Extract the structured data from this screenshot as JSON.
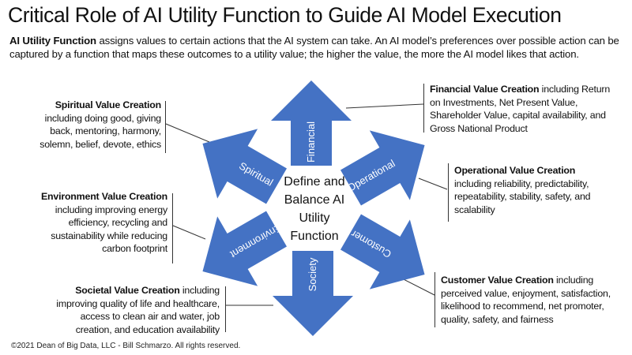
{
  "title": "Critical Role of AI Utility Function to Guide AI Model Execution",
  "intro": {
    "bold": "AI Utility Function",
    "text": " assigns values to certain actions that the AI system can take.  An AI model’s preferences over possible action can be captured by a function that maps these outcomes to a utility value; the higher the value, the more the AI model likes that action."
  },
  "center": {
    "line1": "Define and",
    "line2": "Balance AI",
    "line3": "Utility",
    "line4": "Function"
  },
  "arrows": {
    "financial": "Financial",
    "operational": "Operational",
    "customer": "Customer",
    "society": "Society",
    "environment": "Environment",
    "spiritual": "Spiritual"
  },
  "arrow_color": "#4472C4",
  "callouts": {
    "spiritual": {
      "bold": "Spiritual Value Creation",
      "text": "including doing good, giving back, mentoring, harmony, solemn, belief, devote, ethics"
    },
    "environment": {
      "bold": "Environment Value Creation",
      "text": "including improving energy efficiency, recycling and sustainability while reducing carbon footprint"
    },
    "societal": {
      "bold": "Societal Value Creation",
      "text": " including improving quality of life and healthcare, access to clean air and water, job creation, and education availability"
    },
    "financial": {
      "bold": "Financial Value Creation",
      "text": " including Return on Investments, Net Present Value, Shareholder Value, capital availability, and Gross National Product"
    },
    "operational": {
      "bold": "Operational Value Creation",
      "text": "including reliability, predictability, repeatability, stability, safety, and scalability"
    },
    "customer": {
      "bold": "Customer Value Creation",
      "text": " including perceived value, enjoyment, satisfaction, likelihood to recommend, net promoter, quality, safety, and fairness"
    }
  },
  "copyright": "©2021 Dean of Big Data, LLC - Bill Schmarzo. All rights reserved."
}
